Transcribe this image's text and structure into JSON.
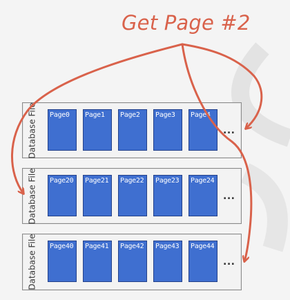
{
  "title": "Get Page #2",
  "colors": {
    "accent": "#d9624b",
    "page_fill": "#3f6fd0",
    "page_border": "#24418a",
    "file_border": "#8a8a8a",
    "background": "#f4f4f4"
  },
  "files": [
    {
      "label": "Database File",
      "pages": [
        "Page0",
        "Page1",
        "Page2",
        "Page3",
        "Page4"
      ],
      "more": "..."
    },
    {
      "label": "Database File",
      "pages": [
        "Page20",
        "Page21",
        "Page22",
        "Page23",
        "Page24"
      ],
      "more": "..."
    },
    {
      "label": "Database File",
      "pages": [
        "Page40",
        "Page41",
        "Page42",
        "Page43",
        "Page44"
      ],
      "more": "..."
    }
  ]
}
